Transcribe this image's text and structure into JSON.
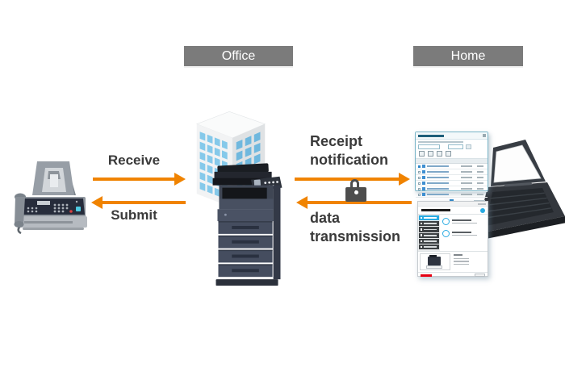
{
  "locations": {
    "office": "Office",
    "home": "Home"
  },
  "flow_labels": {
    "receive": "Receive",
    "submit": "Submit",
    "receipt_notification": [
      "Receipt",
      "notification"
    ],
    "data_transmission": [
      "data",
      "transmission"
    ]
  },
  "colors": {
    "arrow_orange": "#F08300",
    "label_text": "#3A3A3A",
    "location_bar_bg": "#7B7B7B",
    "location_bar_text": "#FFFFFF",
    "building_window_front": "#85C9EA",
    "building_window_side": "#6FB8DE",
    "lock_gray": "#4D4D4D",
    "app_accent_blue": "#29ABE2",
    "brand_red": "#E60012"
  },
  "icons": {
    "left_device": "fax-machine",
    "center_top": "office-building",
    "center_front": "multifunction-printer",
    "right_device": "laptop",
    "security": "padlock"
  },
  "fax_list_window": {
    "row_count": 6,
    "toolbar_icon_count": 4
  },
  "client_tool_window": {
    "sidebar_item_count": 6,
    "feature_row_count": 2
  }
}
